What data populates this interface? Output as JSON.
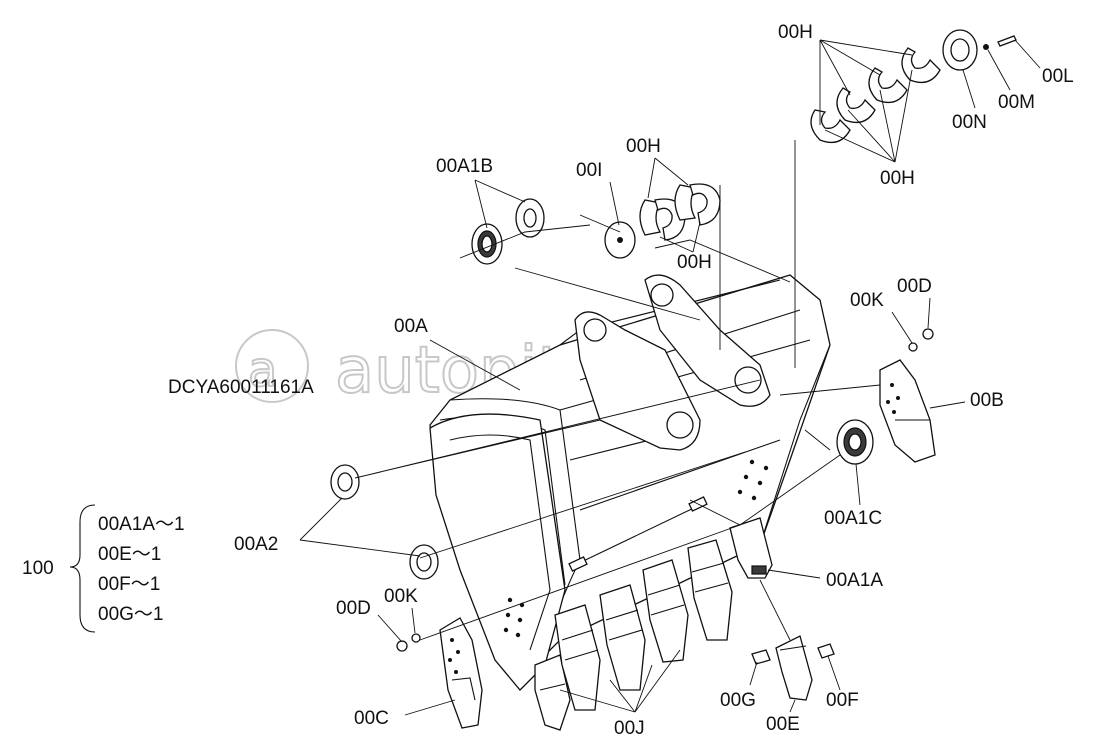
{
  "diagram": {
    "drawing_code": "DCYA60011161A",
    "watermark": "autopiter.ru",
    "labels": {
      "00H_top": "00H",
      "00H_right": "00H",
      "00H_mid": "00H",
      "00H_low": "00H",
      "00L": "00L",
      "00M": "00M",
      "00N": "00N",
      "00A1B": "00A1B",
      "00I": "00I",
      "00A": "00A",
      "00K_right": "00K",
      "00D_right": "00D",
      "00B": "00B",
      "00A1C": "00A1C",
      "00A2": "00A2",
      "00A1A": "00A1A",
      "00D_left": "00D",
      "00K_left": "00K",
      "00C": "00C",
      "00J": "00J",
      "00G": "00G",
      "00E": "00E",
      "00F": "00F"
    },
    "assembly": {
      "number": "100",
      "items": [
        "00A1A～1",
        "00E～1",
        "00F～1",
        "00G～1"
      ]
    }
  }
}
